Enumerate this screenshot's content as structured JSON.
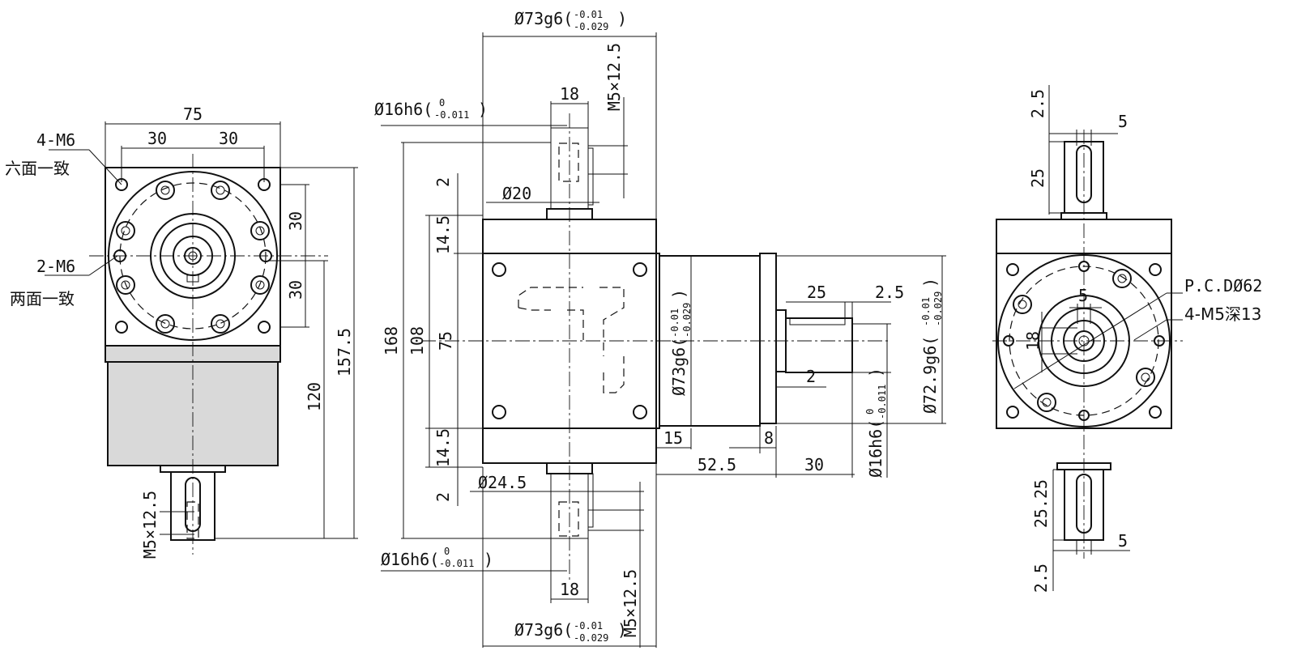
{
  "dims": {
    "w75": "75",
    "w30a": "30",
    "w30b": "30",
    "m6_4": "4-M6",
    "six_faces": "六面一致",
    "m6_2": "2-M6",
    "two_faces": "两面一致",
    "h30a": "30",
    "h30b": "30",
    "h120": "120",
    "h157": "157.5",
    "m5_left": "M5×12.5",
    "top_dia": "Ø73g6(",
    "top_tol_u": "-0.01",
    "top_tol_l": "-0.029",
    "paren": ")",
    "sh16_top": "Ø16h6(",
    "tol0": "0",
    "tol_011": "-0.011",
    "w18_top": "18",
    "m5_top": "M5×12.5",
    "h2_top": "2",
    "d20": "Ø20",
    "h14_top": "14.5",
    "h168": "168",
    "h108": "108",
    "h75": "75",
    "h14_bot": "14.5",
    "h2_bot": "2",
    "d24": "Ø24.5",
    "d73_side": "Ø73g6(",
    "d73_side_u": "-0.01",
    "d73_side_l": "-0.029",
    "w25": "25",
    "w2_5": "2.5",
    "w2": "2",
    "d72": "Ø72.9g6(",
    "d72_u": "-0.01",
    "d72_l": "-0.029",
    "d16_side": "Ø16h6(",
    "w15": "15",
    "w8": "8",
    "w52": "52.5",
    "w30c": "30",
    "sh16_bot": "Ø16h6(",
    "w18_bot": "18",
    "bot_dia": "Ø73g6(",
    "m5_bot": "M5×12.5",
    "r_2_5a": "2.5",
    "r_5a": "5",
    "r_25": "25",
    "r_5c": "5",
    "r_18": "18",
    "pcd": "P.C.DØ62",
    "m5_4": "4-M5深13",
    "r_25_25": "25.25",
    "r_5b": "5",
    "r_2_5b": "2.5"
  }
}
